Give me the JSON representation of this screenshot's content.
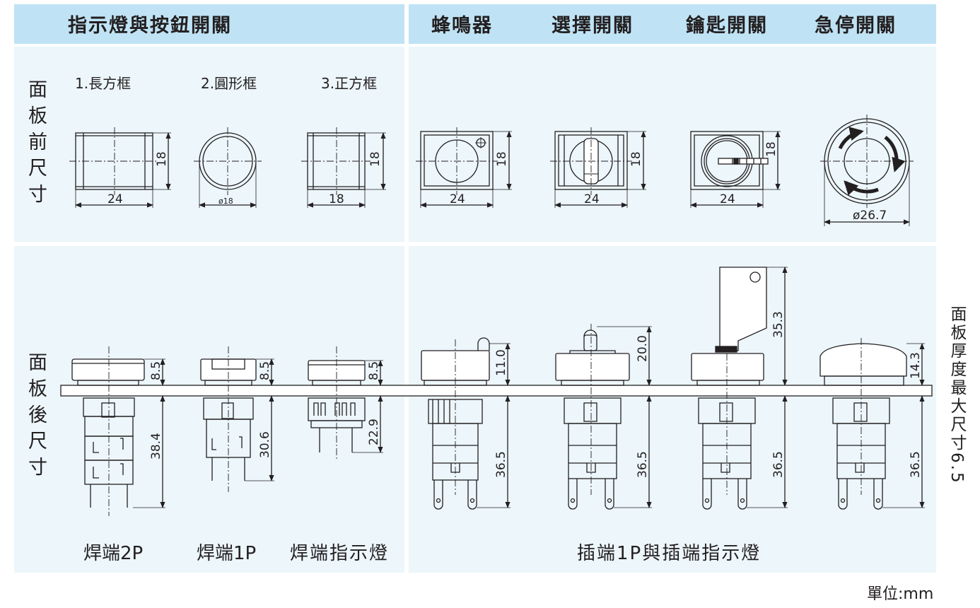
{
  "headers": {
    "indicator_button": "指示燈與按鈕開關",
    "buzzer": "蜂鳴器",
    "selector": "選擇開關",
    "key": "鑰匙開關",
    "estop": "急停開關"
  },
  "side": {
    "front": "面板前尺寸",
    "rear": "面板後尺寸",
    "thickness": "面板厚度最大尺寸6.5"
  },
  "frame_labels": {
    "rect": "1.長方框",
    "round": "2.圓形框",
    "square": "3.正方框"
  },
  "front_dims": {
    "rect_w": "24",
    "rect_h": "18",
    "round_d": "ø18",
    "square_w": "18",
    "square_h": "18",
    "buzzer_w": "24",
    "buzzer_h": "18",
    "selector_w": "24",
    "selector_h": "18",
    "key_w": "24",
    "key_h": "18",
    "estop_d": "ø26.7"
  },
  "rear_dims": {
    "rect_top": "8.5",
    "rect_bot": "38.4",
    "round_top": "8.5",
    "round_bot": "30.6",
    "square_top": "8.5",
    "square_bot": "22.9",
    "buzzer_top": "11.0",
    "buzzer_bot": "36.5",
    "selector_top": "20.0",
    "selector_bot": "36.5",
    "key_top": "35.3",
    "key_bot": "36.5",
    "estop_top": "14.3",
    "estop_bot": "36.5"
  },
  "bottom_labels": {
    "solder2p": "焊端2P",
    "solder1p": "焊端1P",
    "solder_lamp": "焊端指示燈",
    "plugin": "插端1P與插端指示燈"
  },
  "unit": "單位:mm"
}
